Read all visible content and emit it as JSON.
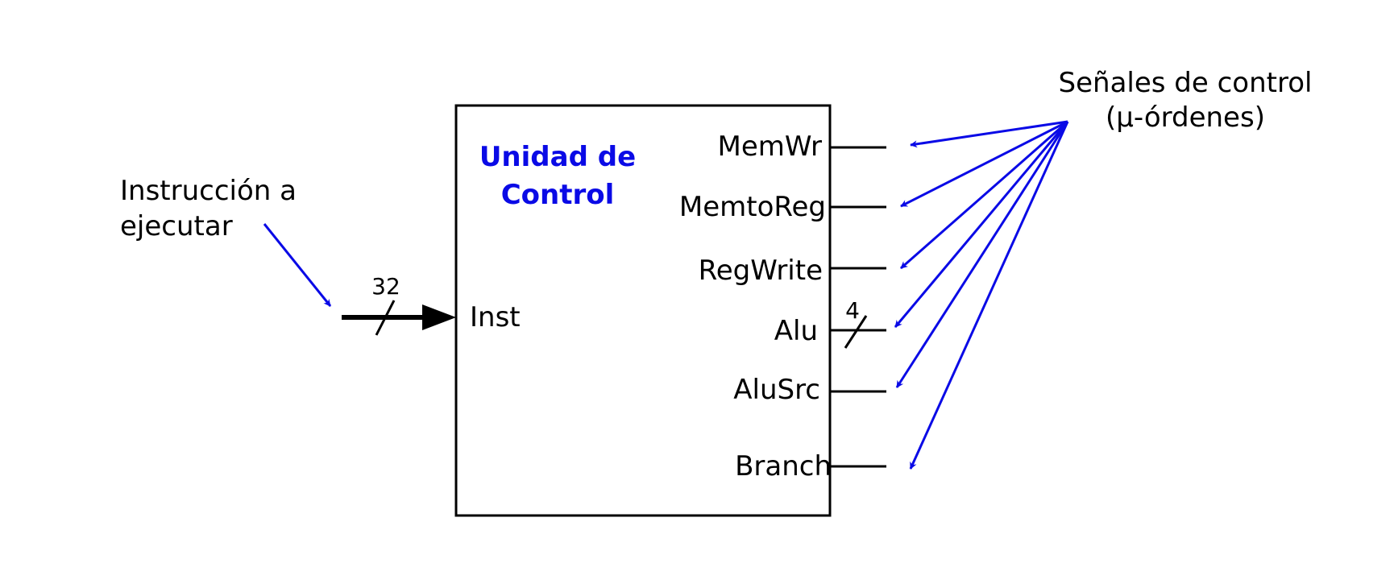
{
  "colors": {
    "accent": "#0a0ae6",
    "line": "#000000"
  },
  "control_unit": {
    "title_line1": "Unidad de",
    "title_line2": "Control",
    "input_label": "Inst"
  },
  "instruction": {
    "label_line1": "Instrucción a",
    "label_line2": "ejecutar",
    "bus_width": "32"
  },
  "signals_caption": {
    "line1": "Señales de control",
    "line2": "(µ-órdenes)"
  },
  "signals": [
    {
      "name": "MemWr"
    },
    {
      "name": "MemtoReg"
    },
    {
      "name": "RegWrite"
    },
    {
      "name": "Alu",
      "bus_width": "4"
    },
    {
      "name": "AluSrc"
    },
    {
      "name": "Branch"
    }
  ]
}
